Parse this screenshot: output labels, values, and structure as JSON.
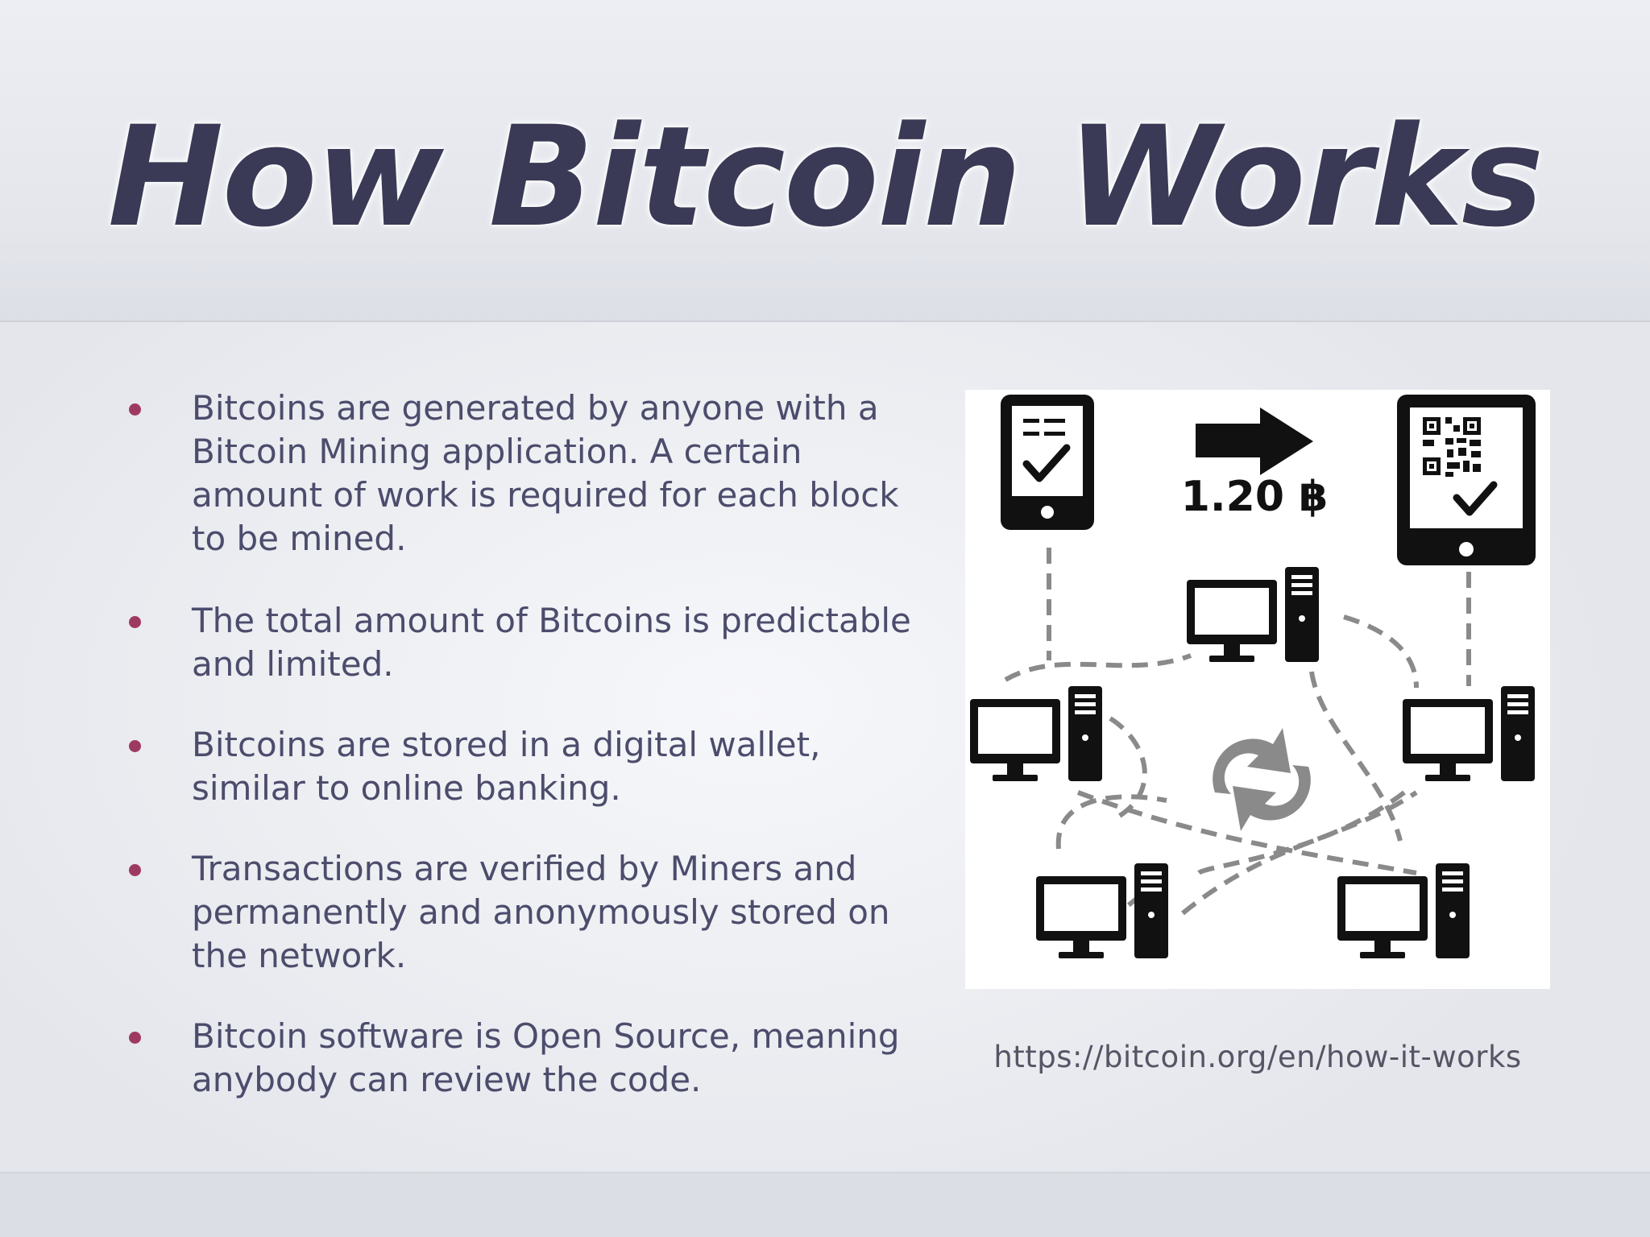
{
  "slide": {
    "title": "How Bitcoin Works",
    "bullets": [
      "Bitcoins are generated by anyone with a Bitcoin Mining application. A certain amount of work is required for each block to be mined.",
      "The total amount of Bitcoins is predictable and limited.",
      "Bitcoins are stored in a digital wallet, similar to online banking.",
      "Transactions are verified by Miners and permanently and anonymously stored on the network.",
      "Bitcoin software is Open Source, meaning anybody can review the code."
    ],
    "source_url": "https://bitcoin.org/en/how-it-works"
  },
  "diagram": {
    "amount_label": "1.20 ฿",
    "icons": [
      "sender-phone-icon",
      "arrow-right-icon",
      "receiver-phone-icon",
      "qr-code-icon",
      "checkmark-icon",
      "computer-icon",
      "sync-icon"
    ]
  },
  "colors": {
    "title": "#3a3a56",
    "body_text": "#4c4c6c",
    "bullet_dot": "#9e3a62",
    "background": "#e6e7ec",
    "diagram_background": "#ffffff",
    "diagram_icons": "#111111",
    "diagram_connections": "#8a8a8a"
  }
}
